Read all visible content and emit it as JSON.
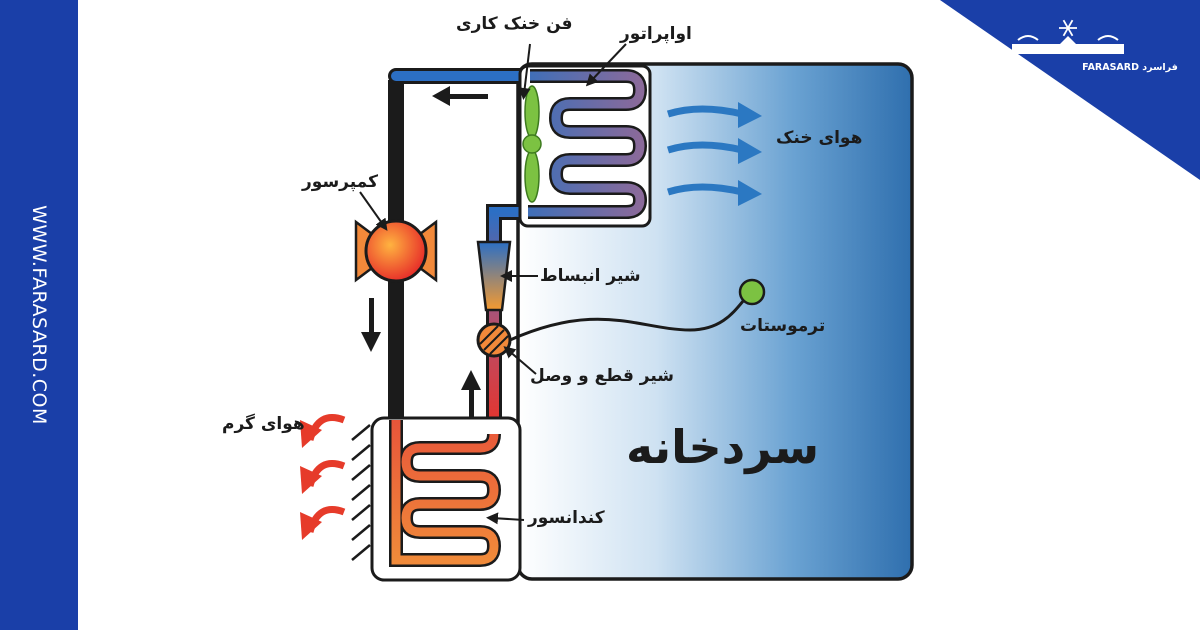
{
  "brand": {
    "website": "WWW.FARASARD.COM",
    "logo_text": "FARASARD فراسرد"
  },
  "colors": {
    "brand_blue": "#1a3fa8",
    "room_blue": "#2f72b0",
    "hot_red": "#e63b2a",
    "fan_green": "#7cc242",
    "arrow_blue": "#2b78c2"
  },
  "icons": [
    "snowflake-icon",
    "cooling-fan-icon",
    "compressor-icon",
    "expansion-valve-icon",
    "solenoid-valve-icon",
    "thermostat-icon",
    "flow-arrow-icon",
    "hot-air-arrow-icon",
    "cold-air-arrow-icon"
  ],
  "labels": {
    "cooling_fan": "فن خنک کاری",
    "evaporator": "اواپراتور",
    "cold_air": "هوای خنک",
    "compressor": "کمپرسور",
    "expansion_valve": "شیر انبساط",
    "thermostat": "ترموستات",
    "solenoid_valve": "شیر قطع و وصل",
    "hot_air": "هوای گرم",
    "condenser": "کندانسور",
    "cold_room": "سردخانه"
  }
}
